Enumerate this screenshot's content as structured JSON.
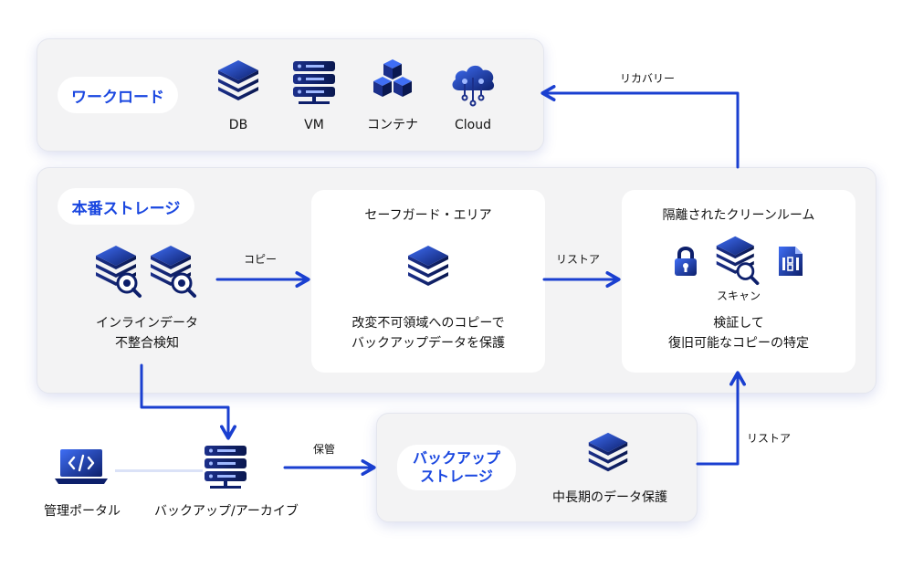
{
  "workload": {
    "title": "ワークロード",
    "items": [
      {
        "label": "DB",
        "icon": "database-icon"
      },
      {
        "label": "VM",
        "icon": "server-icon"
      },
      {
        "label": "コンテナ",
        "icon": "container-cubes-icon"
      },
      {
        "label": "Cloud",
        "icon": "cloud-icon"
      }
    ]
  },
  "production": {
    "title": "本番ストレージ",
    "detect_line1": "インラインデータ",
    "detect_line2": "不整合検知"
  },
  "safeguard": {
    "title": "セーフガード・エリア",
    "desc_line1": "改変不可領域へのコピーで",
    "desc_line2": "バックアップデータを保護"
  },
  "cleanroom": {
    "title": "隔離されたクリーンルーム",
    "scan_label": "スキャン",
    "desc_line1": "検証して",
    "desc_line2": "復旧可能なコピーの特定"
  },
  "backup_storage": {
    "title_line1": "バックアップ",
    "title_line2": "ストレージ",
    "desc": "中長期のデータ保護"
  },
  "bottom": {
    "portal_label": "管理ポータル",
    "backup_label": "バックアップ/アーカイブ"
  },
  "arrows": {
    "recovery": "リカバリー",
    "copy": "コピー",
    "restore1": "リストア",
    "store": "保管",
    "restore2": "リストア"
  },
  "colors": {
    "accent": "#1a47e0",
    "icon_dark": "#0d1f6b",
    "arrow": "#1a3fd0"
  }
}
